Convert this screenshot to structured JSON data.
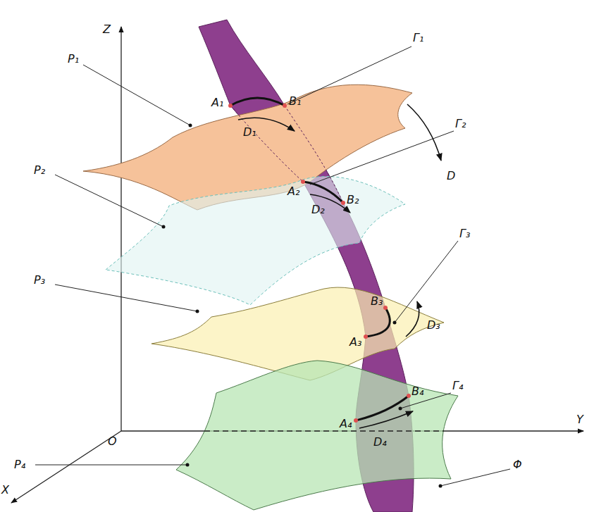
{
  "diagram": {
    "labels": [
      "Z",
      "Y",
      "X",
      "O",
      "P₁",
      "P₂",
      "P₃",
      "P₄",
      "Γ₁",
      "Γ₂",
      "Γ₃",
      "Γ₄",
      "A₁",
      "B₁",
      "A₂",
      "B₂",
      "A₃",
      "B₃",
      "A₄",
      "B₄",
      "D₁",
      "D₂",
      "D₃",
      "D₄",
      "D",
      "Φ"
    ]
  }
}
